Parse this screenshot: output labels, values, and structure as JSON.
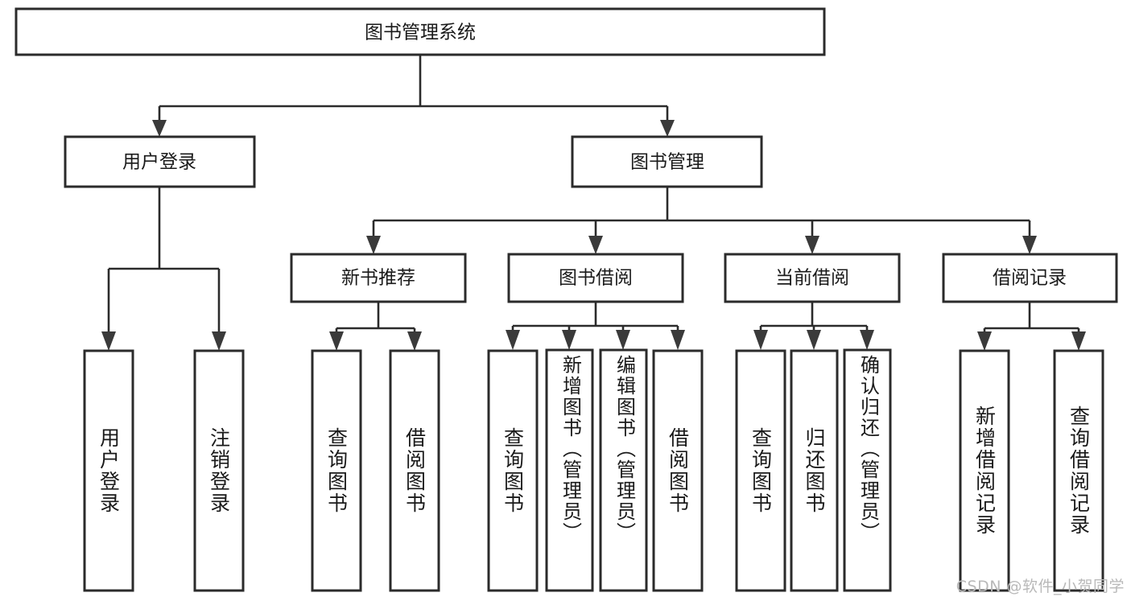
{
  "diagram": {
    "title": "图书管理系统",
    "type": "hierarchy-tree",
    "root": {
      "id": "root",
      "label": "图书管理系统"
    },
    "level2": [
      {
        "id": "user-login",
        "label": "用户登录"
      },
      {
        "id": "book-manage",
        "label": "图书管理"
      }
    ],
    "level3": [
      {
        "id": "new-book-rec",
        "label": "新书推荐"
      },
      {
        "id": "book-borrow",
        "label": "图书借阅"
      },
      {
        "id": "current-borrow",
        "label": "当前借阅"
      },
      {
        "id": "borrow-record",
        "label": "借阅记录"
      }
    ],
    "leaves": {
      "user-login": [
        {
          "id": "leaf-user-login",
          "label": "用户登录"
        },
        {
          "id": "leaf-logout-login",
          "label": "注销登录"
        }
      ],
      "new-book-rec": [
        {
          "id": "leaf-query-book-1",
          "label": "查询图书"
        },
        {
          "id": "leaf-borrow-book-1",
          "label": "借阅图书"
        }
      ],
      "book-borrow": [
        {
          "id": "leaf-query-book-2",
          "label": "查询图书"
        },
        {
          "id": "leaf-add-book-admin",
          "label": "新增图书（管理员）"
        },
        {
          "id": "leaf-edit-book-admin",
          "label": "编辑图书（管理员）"
        },
        {
          "id": "leaf-borrow-book-2",
          "label": "借阅图书"
        }
      ],
      "current-borrow": [
        {
          "id": "leaf-query-book-3",
          "label": "查询图书"
        },
        {
          "id": "leaf-return-book",
          "label": "归还图书"
        },
        {
          "id": "leaf-confirm-return-admin",
          "label": "确认归还（管理员）"
        }
      ],
      "borrow-record": [
        {
          "id": "leaf-add-borrow-record",
          "label": "新增借阅记录"
        },
        {
          "id": "leaf-query-borrow-record",
          "label": "查询借阅记录"
        }
      ]
    }
  },
  "watermark": {
    "text": "CSDN @软件_小贺同学"
  },
  "colors": {
    "box_stroke": "#2b2b2b",
    "connector": "#2b2b2b",
    "background": "#ffffff",
    "text": "#1a1a1a",
    "watermark": "#b9b9b9"
  }
}
